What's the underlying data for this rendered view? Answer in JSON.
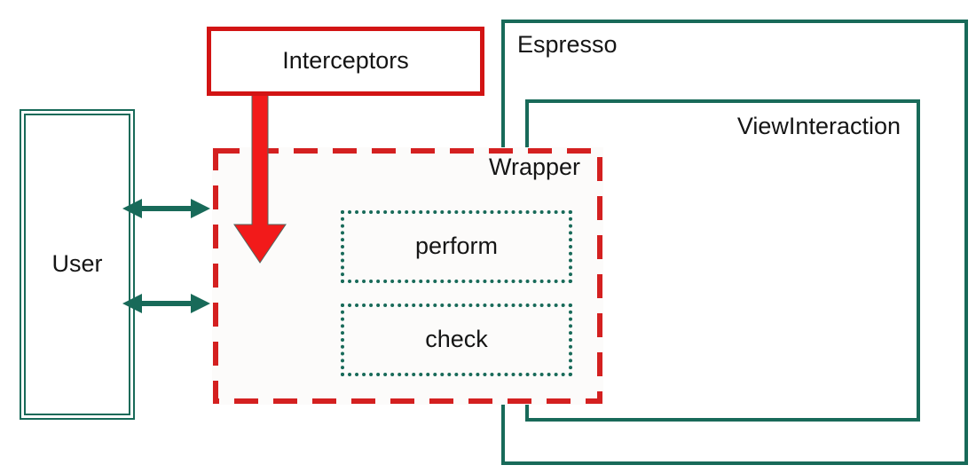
{
  "colors": {
    "teal": "#186a59",
    "red_border": "#d21414",
    "dash_red": "#d42020",
    "arrow_red": "#f21a1a",
    "wrapper_bg": "#fcfbfa",
    "text": "#151515"
  },
  "nodes": {
    "interceptors": {
      "label": "Interceptors"
    },
    "espresso": {
      "label": "Espresso"
    },
    "view_interaction": {
      "label": "ViewInteraction"
    },
    "wrapper": {
      "label": "Wrapper"
    },
    "perform": {
      "label": "perform"
    },
    "check": {
      "label": "check"
    },
    "user": {
      "label": "User"
    }
  },
  "connections": [
    {
      "from": "User",
      "to": "Wrapper",
      "style": "double-headed-arrow"
    },
    {
      "from": "User",
      "to": "Wrapper",
      "style": "double-headed-arrow"
    },
    {
      "from": "Interceptors",
      "to": "Wrapper",
      "style": "thick-red-arrow"
    }
  ]
}
